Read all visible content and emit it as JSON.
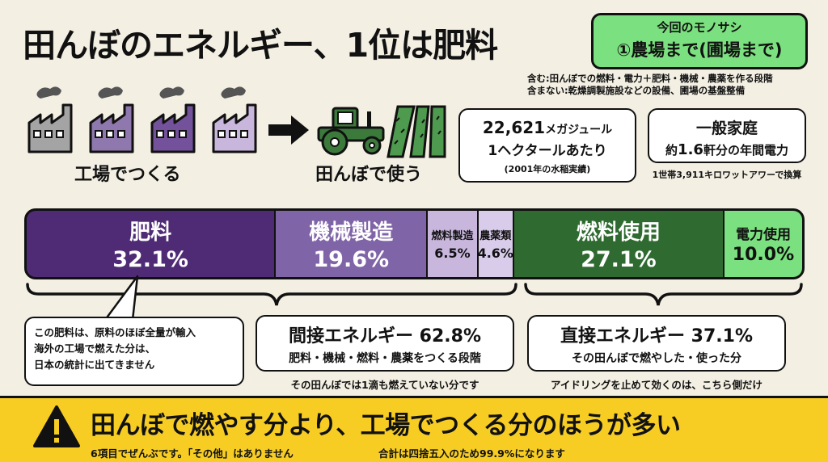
{
  "title": "田んぼのエネルギー、1位は肥料",
  "badge": {
    "line1": "今回のモノサシ",
    "line2": "①農場まで(圃場まで)"
  },
  "scope": {
    "includes": "含む:田んぼでの燃料・電力＋肥料・機械・農薬を作る段階",
    "excludes": "含まない:乾燥調製施設などの設備、圃場の基盤整備"
  },
  "icons": {
    "factory_label": "工場でつくる",
    "field_label": "田んぼで使う",
    "factory_colors": [
      "#a4a4a4",
      "#8f78ad",
      "#73529b",
      "#c9b6dc"
    ]
  },
  "stat_energy": {
    "value": "22,621",
    "unit": "メガジュール",
    "per": "1ヘクタールあたり",
    "note": "(2001年の水稲実績)"
  },
  "stat_household": {
    "title": "一般家庭",
    "prefix": "約",
    "value": "1.6",
    "suffix": "軒分の年間電力",
    "note": "1世帯3,911キロワットアワーで換算"
  },
  "chart_data": {
    "type": "bar",
    "categories": [
      "肥料",
      "機械製造",
      "燃料製造",
      "農薬類",
      "燃料使用",
      "電力使用"
    ],
    "labels": [
      "32.1%",
      "19.6%",
      "6.5%",
      "4.6%",
      "27.1%",
      "10.0%"
    ],
    "values": [
      32.1,
      19.6,
      6.5,
      4.6,
      27.1,
      10.0
    ],
    "colors": [
      "#4f2b76",
      "#8064a8",
      "#c8b6dd",
      "#d9cceb",
      "#2f6a30",
      "#7be07f"
    ],
    "text_colors": [
      "#ffffff",
      "#ffffff",
      "#111111",
      "#111111",
      "#ffffff",
      "#111111"
    ]
  },
  "note": {
    "line1": "この肥料は、原料のほぼ全量が輸入",
    "line2": "海外の工場で燃えた分は、",
    "line3": "日本の統計に出てきません"
  },
  "indirect": {
    "title": "間接エネルギー 62.8%",
    "sub": "肥料・機械・燃料・農薬をつくる段階",
    "caption": "その田んぼでは1滴も燃えていない分です"
  },
  "direct": {
    "title": "直接エネルギー 37.1%",
    "sub": "その田んぼで燃やした・使った分",
    "caption": "アイドリングを止めて効くのは、こちら側だけ"
  },
  "banner": {
    "headline": "田んぼで燃やす分より、工場でつくる分のほうが多い",
    "foot1": "6項目でぜんぶです。「その他」はありません",
    "foot2": "合計は四捨五入のため99.9%になります"
  }
}
